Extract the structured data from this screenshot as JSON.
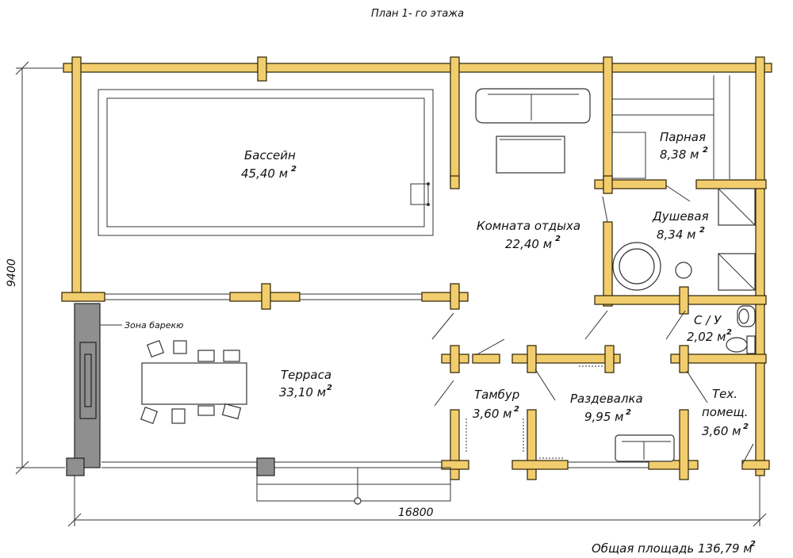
{
  "title": "План  1- го   этажа",
  "rooms": {
    "pool": {
      "name": "Бассейн",
      "area": "45,40 м"
    },
    "lounge": {
      "name": "Комната  отдыха",
      "area": "22,40 м"
    },
    "steam": {
      "name": "Парная",
      "area": "8,38 м"
    },
    "shower": {
      "name": "Душевая",
      "area": "8,34 м"
    },
    "wc": {
      "name": "С / У",
      "area": "2,02 м"
    },
    "terrace": {
      "name": "Терраса",
      "area": "33,10 м"
    },
    "vestibule": {
      "name": "Тамбур",
      "area": "3,60 м"
    },
    "changing": {
      "name": "Раздевалка",
      "area": "9,95 м"
    },
    "tech": {
      "name": "Тех.",
      "name2": "помещ.",
      "area": "3,60 м"
    }
  },
  "bbq_label": "Зона барекю",
  "sup2": "2",
  "dims": {
    "height": "9400",
    "width": "16800"
  },
  "total": {
    "text": "Общая  площадь  136,79  м"
  },
  "colors": {
    "log": "#f2cd6e",
    "outline": "#2a2000",
    "bbq": "#8f8f8f"
  }
}
